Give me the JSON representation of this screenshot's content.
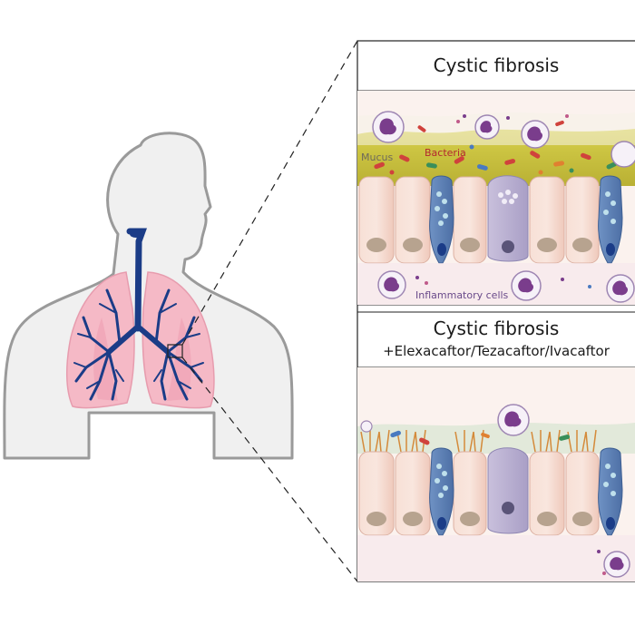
{
  "panels": {
    "top": {
      "title": "Cystic fibrosis",
      "labels": {
        "mucus": "Mucus",
        "bacteria": "Bacteria",
        "inflammatory": "Inflammatory cells"
      }
    },
    "bottom": {
      "title": "Cystic fibrosis",
      "subtitle": "+Elexacaftor/Tezacaftor/Ivacaftor"
    }
  },
  "colors": {
    "silhouette_fill": "#f0f0f0",
    "silhouette_stroke": "#9a9a9a",
    "lung": "#f5b9c6",
    "airway": "#1b3c87",
    "mucus": "#c9c23c",
    "cell": "#f4d6cb",
    "goblet": "#5a7fb3",
    "nucleus": "#b7a38f",
    "neutrophil": "#7a3d8c"
  }
}
